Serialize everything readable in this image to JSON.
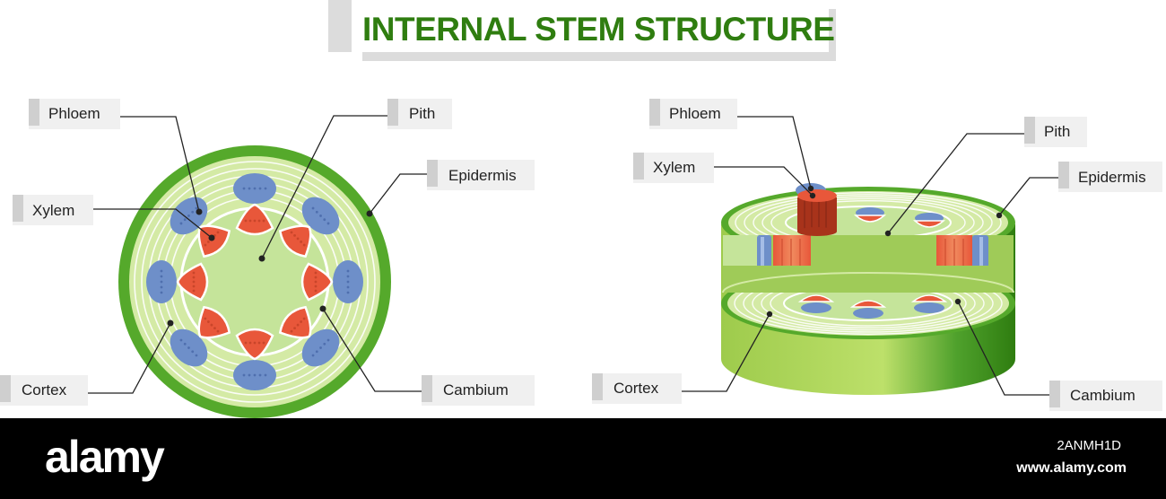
{
  "title": "INTERNAL STEM STRUCTURE",
  "cross_section": {
    "labels": {
      "phloem": "Phloem",
      "xylem": "Xylem",
      "pith": "Pith",
      "epidermis": "Epidermis",
      "cortex": "Cortex",
      "cambium": "Cambium"
    }
  },
  "model_3d": {
    "labels": {
      "phloem": "Phloem",
      "xylem": "Xylem",
      "pith": "Pith",
      "epidermis": "Epidermis",
      "cortex": "Cortex",
      "cambium": "Cambium"
    }
  },
  "footer": {
    "brand": "alamy",
    "image_id": "2ANMH1D",
    "site": "www.alamy.com"
  },
  "colors": {
    "title": "#2f7d10",
    "epidermis": "#55a92b",
    "cortex": "#d4eaa5",
    "pith": "#c5e49a",
    "phloem": "#6e8fc9",
    "xylem": "#e8573a"
  }
}
